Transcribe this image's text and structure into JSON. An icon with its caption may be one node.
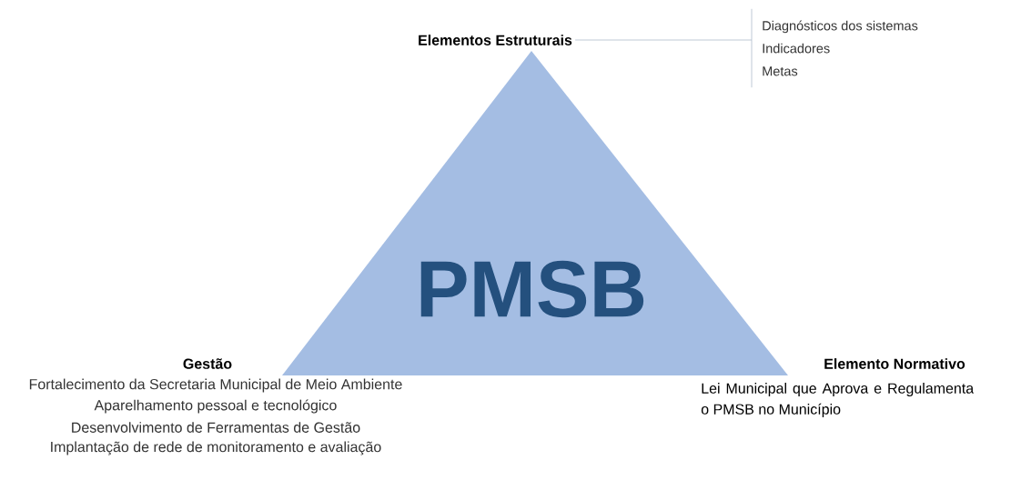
{
  "diagram": {
    "nodes": [
      {
        "text": [
          "PMSB"
        ]
      },
      {
        "text": [
          "Elementos Estruturais"
        ]
      },
      {
        "text": [
          "Diagnósticos dos sistemas",
          "Indicadores",
          "Metas"
        ]
      }
    ],
    "edges": [
      {
        "from": 1,
        "to": 2,
        "arrow": "none"
      }
    ],
    "labels": [
      "Gestão",
      "Fortalecimento da Secretaria Municipal de Meio Ambiente",
      "Aparelhamento pessoal e tecnológico",
      "Desenvolvimento de Ferramentas de Gestão",
      "Implantação de rede de monitoramento e avaliação",
      "Elemento Normativo",
      "Lei Municipal que Aprova e Regulamenta o PMSB no Município"
    ]
  }
}
